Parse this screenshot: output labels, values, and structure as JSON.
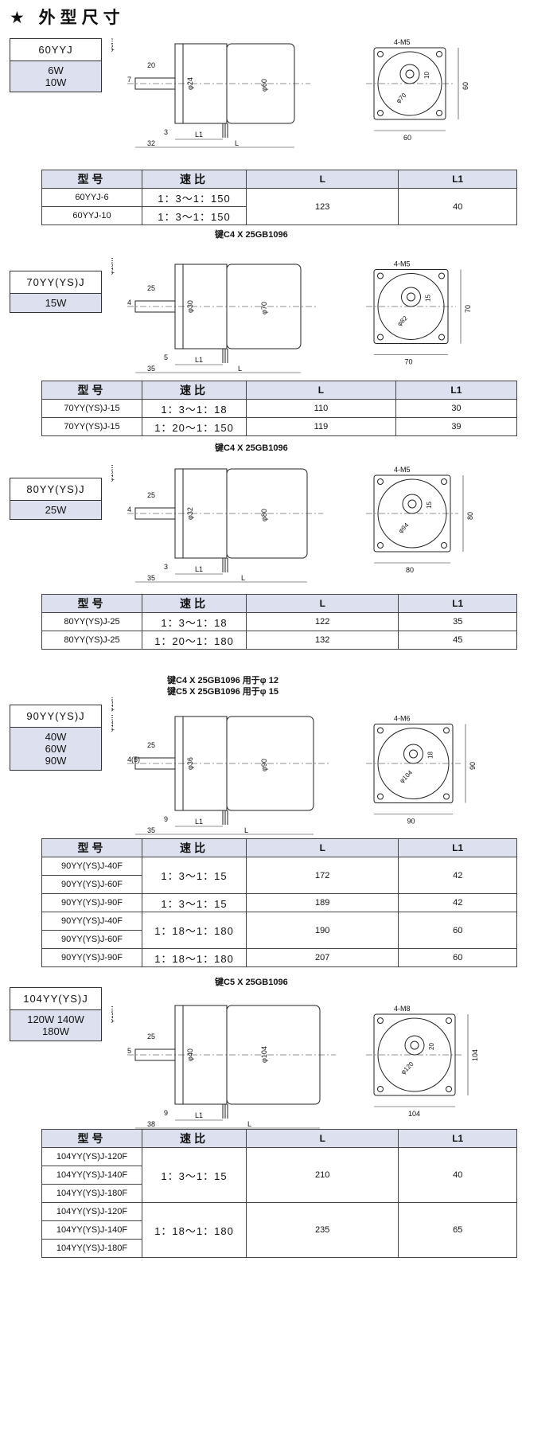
{
  "page_title": "★ 外型尺寸",
  "table_headers": {
    "model": "型号",
    "ratio": "速比",
    "L": "L",
    "L1": "L1"
  },
  "sections": [
    {
      "model": "60YYJ",
      "power": [
        "6W",
        "10W"
      ],
      "key_note": [],
      "dims": {
        "shaft": "φ8h7",
        "d1": "20",
        "d2": "7",
        "d3": "φ24",
        "d4": "φ60",
        "d5": "3",
        "d6": "32",
        "m": "4-M5",
        "pcd": "φ70",
        "side": "60",
        "key": "10"
      },
      "rows": [
        {
          "model": "60YYJ-6",
          "ratio": "1：3～1：150",
          "L": "123",
          "L1": "40"
        },
        {
          "model": "60YYJ-10",
          "ratio": "1：3～1：150",
          "L": "",
          "L1": ""
        }
      ]
    },
    {
      "model": "70YY(YS)J",
      "power": [
        "15W"
      ],
      "key_note": [
        "键C4 X 25GB1096"
      ],
      "dims": {
        "shaft": "φ10h7",
        "d1": "25",
        "d2": "4",
        "d3": "φ30",
        "d4": "φ70",
        "d5": "5",
        "d6": "35",
        "m": "4-M5",
        "pcd": "φ82",
        "side": "70",
        "key": "15"
      },
      "rows": [
        {
          "model": "70YY(YS)J-15",
          "ratio": "1：3～1：18",
          "L": "110",
          "L1": "30"
        },
        {
          "model": "70YY(YS)J-15",
          "ratio": "1：20～1：150",
          "L": "119",
          "L1": "39"
        }
      ]
    },
    {
      "model": "80YY(YS)J",
      "power": [
        "25W"
      ],
      "key_note": [
        "键C4 X 25GB1096"
      ],
      "dims": {
        "shaft": "φ10h7",
        "d1": "25",
        "d2": "4",
        "d3": "φ32",
        "d4": "φ80",
        "d5": "3",
        "d6": "35",
        "m": "4-M5",
        "pcd": "φ94",
        "side": "80",
        "key": "15"
      },
      "rows": [
        {
          "model": "80YY(YS)J-25",
          "ratio": "1：3～1：18",
          "L": "122",
          "L1": "35"
        },
        {
          "model": "80YY(YS)J-25",
          "ratio": "1：20～1：180",
          "L": "132",
          "L1": "45"
        }
      ]
    },
    {
      "model": "90YY(YS)J",
      "power": [
        "40W",
        "60W",
        "90W"
      ],
      "key_note": [
        "键C4 X 25GB1096   用于φ 12",
        "键C5 X 25GB1096   用于φ 15"
      ],
      "dims": {
        "shaft": "φ12h7 φ15h7",
        "d1": "25",
        "d2": "4(5)",
        "d3": "φ36",
        "d4": "φ90",
        "d5": "9",
        "d6": "35",
        "m": "4-M6",
        "pcd": "φ104",
        "side": "90",
        "key": "18"
      },
      "rows": [
        {
          "model": "90YY(YS)J-40F",
          "ratio": "1：3～1：15",
          "L": "172",
          "L1": "42"
        },
        {
          "model": "90YY(YS)J-60F",
          "ratio": "",
          "L": "",
          "L1": ""
        },
        {
          "model": "90YY(YS)J-90F",
          "ratio": "1：3～1：15",
          "L": "189",
          "L1": "42"
        },
        {
          "model": "90YY(YS)J-40F",
          "ratio": "1：18～1：180",
          "L": "190",
          "L1": "60"
        },
        {
          "model": "90YY(YS)J-60F",
          "ratio": "",
          "L": "",
          "L1": ""
        },
        {
          "model": "90YY(YS)J-90F",
          "ratio": "1：18～1：180",
          "L": "207",
          "L1": "60"
        }
      ]
    },
    {
      "model": "104YY(YS)J",
      "power": [
        "120W  140W",
        "180W"
      ],
      "key_note": [
        "键C5 X 25GB1096"
      ],
      "dims": {
        "shaft": "φ15h7",
        "d1": "25",
        "d2": "5",
        "d3": "φ40",
        "d4": "φ104",
        "d5": "9",
        "d6": "38",
        "m": "4-M8",
        "pcd": "φ120",
        "side": "104",
        "key": "20"
      },
      "rows": [
        {
          "model": "104YY(YS)J-120F",
          "ratio": "1：3～1：15",
          "L": "210",
          "L1": "40"
        },
        {
          "model": "104YY(YS)J-140F",
          "ratio": "",
          "L": "",
          "L1": ""
        },
        {
          "model": "104YY(YS)J-180F",
          "ratio": "",
          "L": "",
          "L1": ""
        },
        {
          "model": "104YY(YS)J-120F",
          "ratio": "1：18～1：180",
          "L": "235",
          "L1": "65"
        },
        {
          "model": "104YY(YS)J-140F",
          "ratio": "",
          "L": "",
          "L1": ""
        },
        {
          "model": "104YY(YS)J-180F",
          "ratio": "",
          "L": "",
          "L1": ""
        }
      ]
    }
  ]
}
